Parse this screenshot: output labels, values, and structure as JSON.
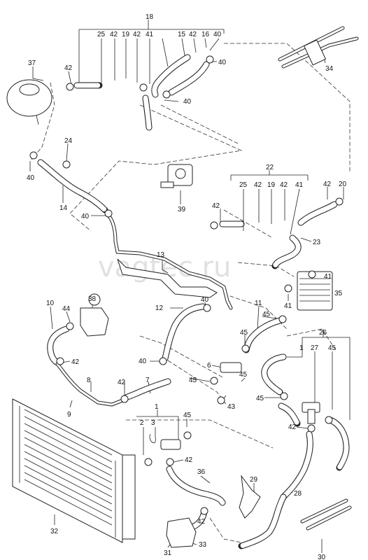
{
  "watermark": "vagtec.ru",
  "callouts": {
    "c18": "18",
    "c25a": "25",
    "c42a": "42",
    "c19a": "19",
    "c42b": "42",
    "c41a": "41",
    "c15": "15",
    "c42c": "42",
    "c16": "16",
    "c40a": "40",
    "c40b": "40",
    "c40c": "40",
    "c42d": "42",
    "c37": "37",
    "c34": "34",
    "c24": "24",
    "c40d": "40",
    "c14": "14",
    "c40e": "40",
    "c39": "39",
    "c22": "22",
    "c25b": "25",
    "c42e": "42",
    "c19b": "19",
    "c42f": "42",
    "c41b": "41",
    "c42g": "42",
    "c20": "20",
    "c42h": "42",
    "c23": "23",
    "c13": "13",
    "c41c": "41",
    "c35": "35",
    "c41d": "41",
    "c38": "38",
    "c44": "44",
    "c10": "10",
    "c42i": "42",
    "c12": "12",
    "c40f": "40",
    "c45a": "45",
    "c11": "11",
    "c45b": "45",
    "c26": "26",
    "c1a": "1",
    "c27": "27",
    "c45c": "45",
    "c6": "6",
    "c45d": "45",
    "c45e": "45",
    "c40g": "40",
    "c8": "8",
    "c42j": "42",
    "c7": "7",
    "c43": "43",
    "c9": "9",
    "c1b": "1",
    "c2": "2",
    "c3": "3",
    "c45f": "45",
    "c42k": "42",
    "c42l": "42",
    "c36": "36",
    "c29": "29",
    "c28": "28",
    "c32": "32",
    "c42m": "42",
    "c33": "33",
    "c31": "31",
    "c30": "30"
  }
}
